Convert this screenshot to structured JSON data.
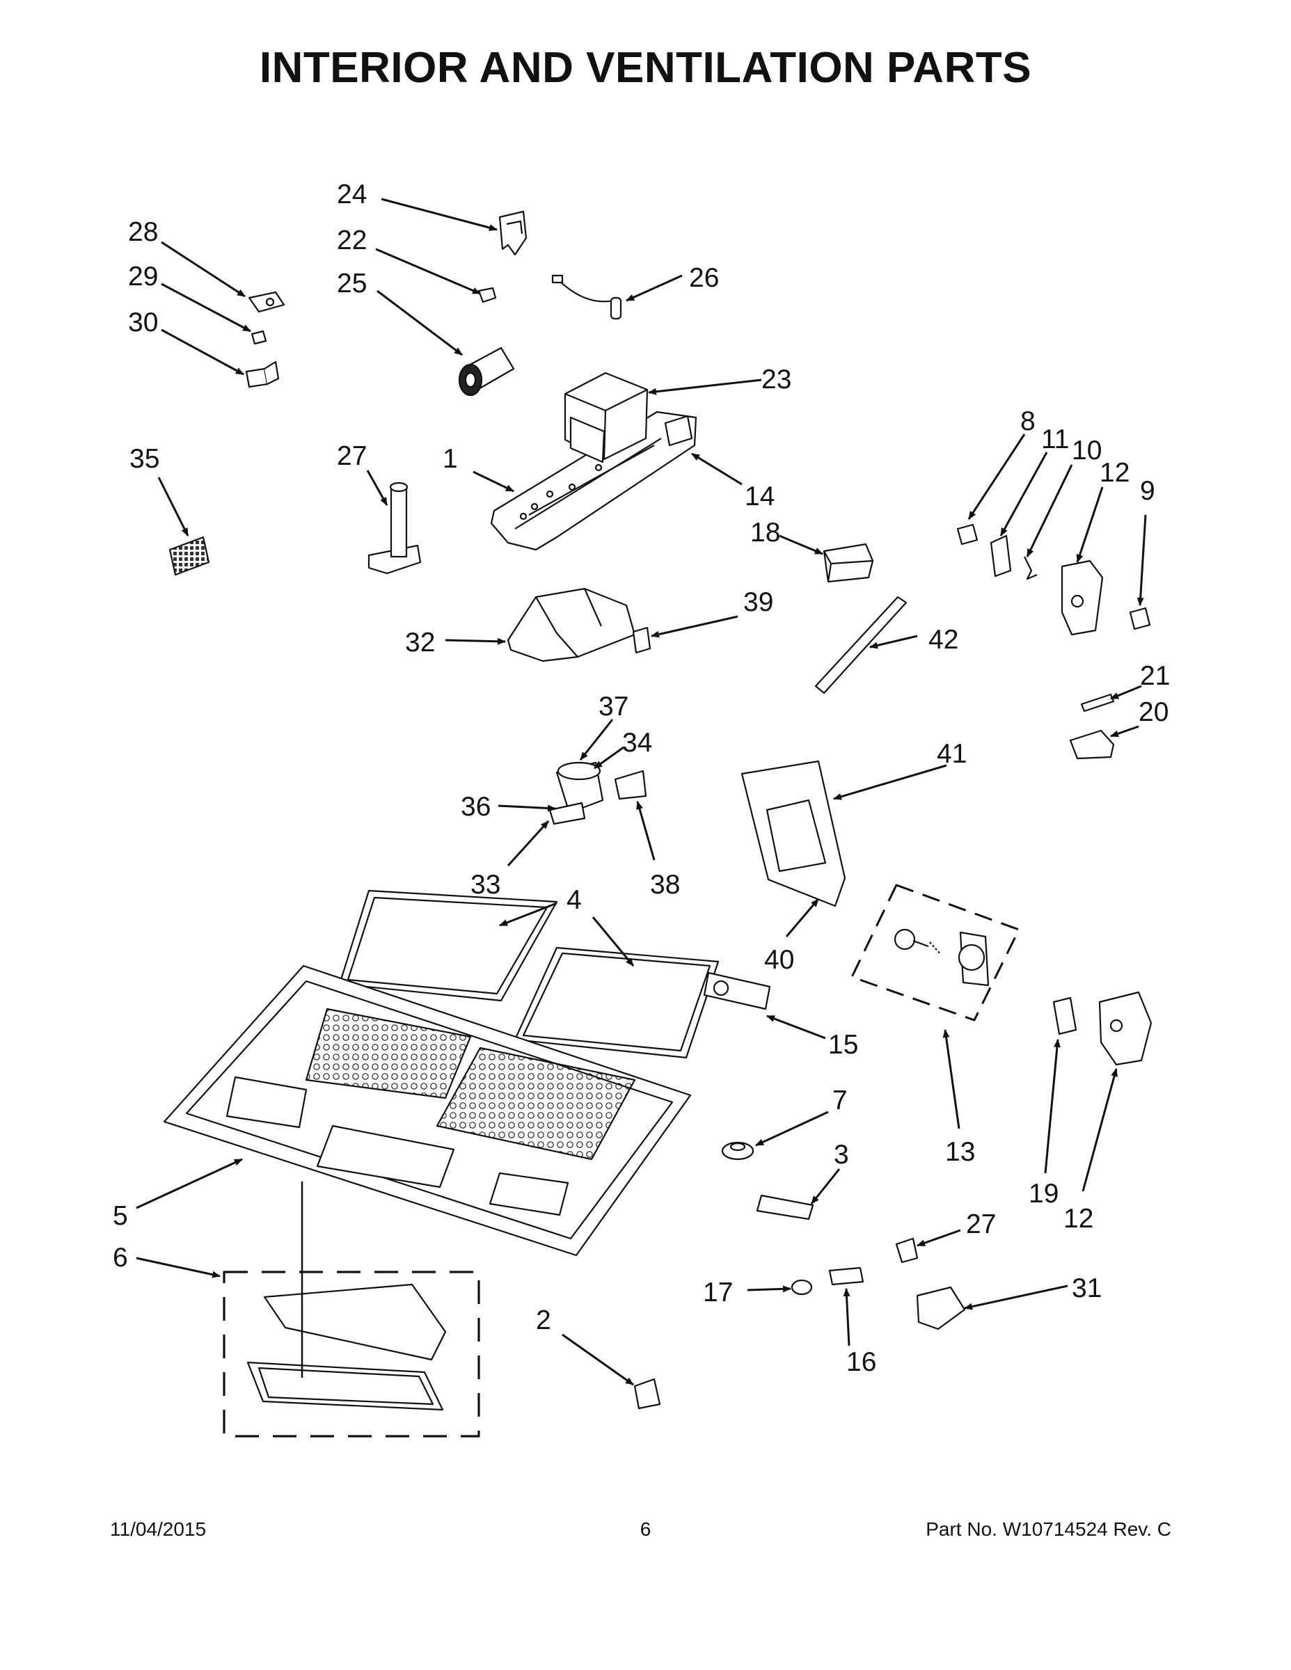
{
  "title": "INTERIOR AND VENTILATION PARTS",
  "footer": {
    "date": "11/04/2015",
    "page": "6",
    "part": "Part No.  W10714524  Rev.  C"
  },
  "callouts": [
    "1",
    "2",
    "3",
    "4",
    "5",
    "6",
    "7",
    "8",
    "9",
    "10",
    "11",
    "12",
    "12",
    "13",
    "14",
    "15",
    "16",
    "17",
    "18",
    "19",
    "20",
    "21",
    "22",
    "23",
    "24",
    "25",
    "26",
    "27",
    "27",
    "28",
    "29",
    "30",
    "31",
    "32",
    "33",
    "34",
    "35",
    "36",
    "37",
    "38",
    "39",
    "40",
    "41",
    "42"
  ]
}
